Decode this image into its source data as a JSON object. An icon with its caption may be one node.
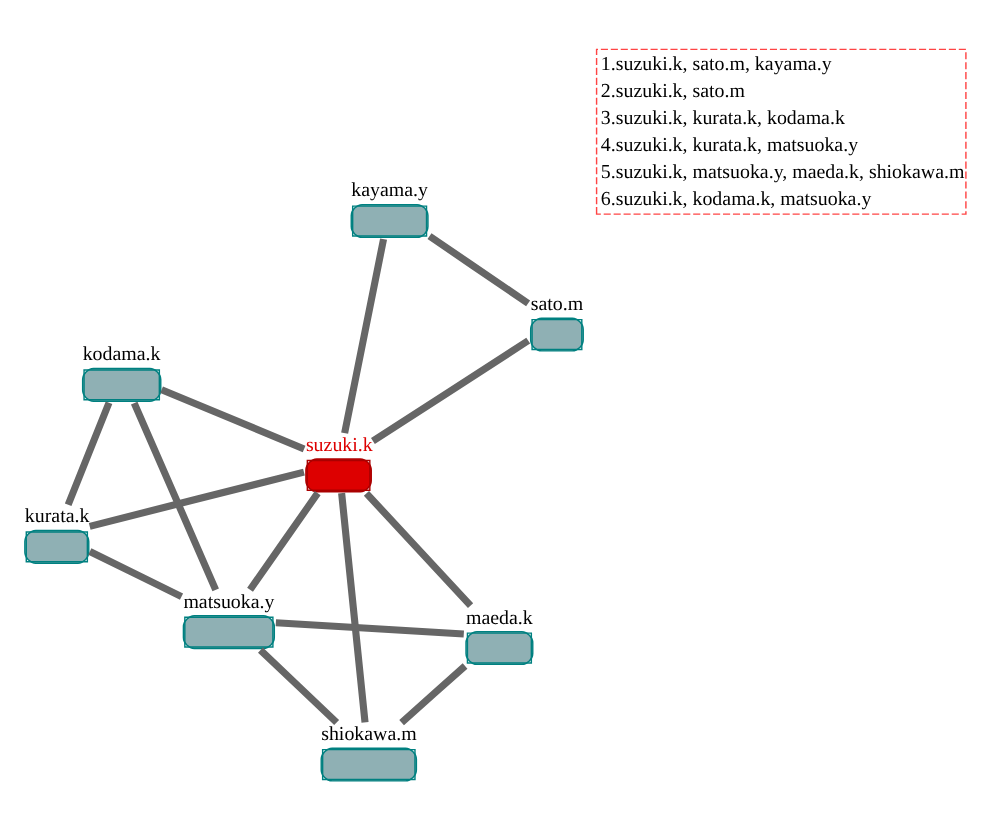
{
  "diagram": {
    "nodes": [
      {
        "text": [
          "kayama.y"
        ]
      },
      {
        "text": [
          "sato.m"
        ]
      },
      {
        "text": [
          "suzuki.k"
        ]
      },
      {
        "text": [
          "kurata.k"
        ]
      },
      {
        "text": [
          "maeda.k"
        ]
      },
      {
        "text": [
          "kodama.k"
        ]
      },
      {
        "text": [
          "matsuoka.y"
        ]
      },
      {
        "text": [
          "shiokawa.m"
        ]
      }
    ],
    "edges": [
      {
        "from": 0,
        "to": 1,
        "arrow": "none"
      },
      {
        "from": 0,
        "to": 2,
        "arrow": "none"
      },
      {
        "from": 1,
        "to": 2,
        "arrow": "none"
      },
      {
        "from": 2,
        "to": 4,
        "arrow": "none"
      },
      {
        "from": 2,
        "to": 3,
        "arrow": "none"
      },
      {
        "from": 2,
        "to": 6,
        "arrow": "none"
      },
      {
        "from": 2,
        "to": 5,
        "arrow": "none"
      },
      {
        "from": 2,
        "to": 7,
        "arrow": "none"
      },
      {
        "from": 3,
        "to": 5,
        "arrow": "none"
      },
      {
        "from": 3,
        "to": 6,
        "arrow": "none"
      },
      {
        "from": 5,
        "to": 6,
        "arrow": "none"
      },
      {
        "from": 6,
        "to": 4,
        "arrow": "none"
      },
      {
        "from": 6,
        "to": 7,
        "arrow": "none"
      },
      {
        "from": 4,
        "to": 7,
        "arrow": "none"
      }
    ],
    "labels": [
      "1.suzuki.k, sato.m, kayama.y",
      "2.suzuki.k, sato.m",
      "3.suzuki.k, kurata.k, kodama.k",
      "4.suzuki.k, kurata.k, matsuoka.y",
      "5.suzuki.k, matsuoka.y, maeda.k, shiokawa.m",
      "6.suzuki.k, kodama.k, matsuoka.y"
    ]
  }
}
